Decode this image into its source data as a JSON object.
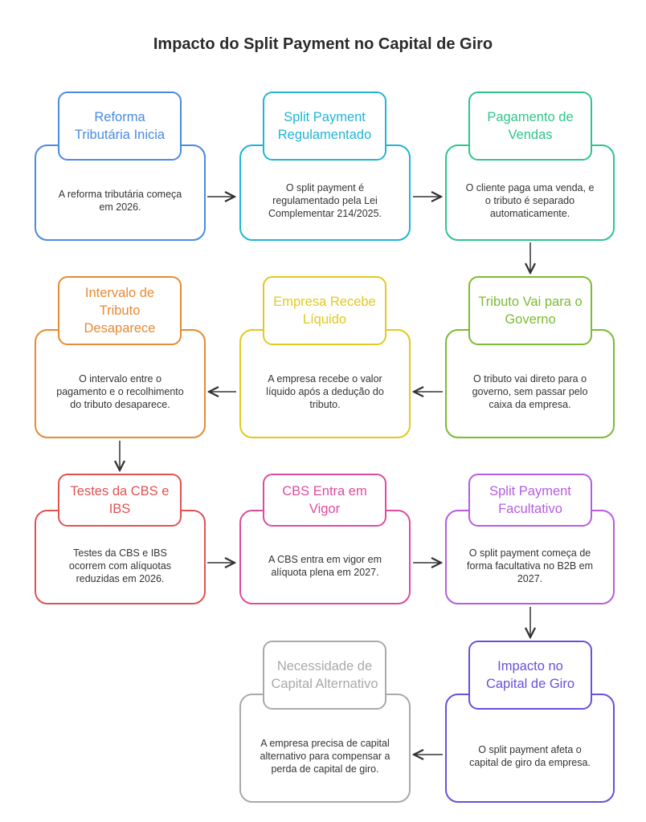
{
  "title": "Impacto do Split Payment no Capital de Giro",
  "steps": [
    {
      "heading": "Reforma Tributária Inicia",
      "body": "A reforma tributária começa em 2026.",
      "color": "#4a8ae0"
    },
    {
      "heading": "Split Payment Regulamentado",
      "body": "O split payment é regulamentado pela Lei Complementar 214/2025.",
      "color": "#21b4d6"
    },
    {
      "heading": "Pagamento de Vendas",
      "body": "O cliente paga uma venda, e o tributo é separado automaticamente.",
      "color": "#2fc58a"
    },
    {
      "heading": "Tributo Vai para o Governo",
      "body": "O tributo vai direto para o governo, sem passar pelo caixa da empresa.",
      "color": "#7cbb32"
    },
    {
      "heading": "Empresa Recebe Líquido",
      "body": "A empresa recebe o valor líquido após a dedução do tributo.",
      "color": "#e2c91f"
    },
    {
      "heading": "Intervalo de Tributo Desaparece",
      "body": "O intervalo entre o pagamento e o recolhimento do tributo desaparece.",
      "color": "#e68a34"
    },
    {
      "heading": "Testes da CBS e IBS",
      "body": "Testes da CBS e IBS ocorrem com alíquotas reduzidas em 2026.",
      "color": "#e05252"
    },
    {
      "heading": "CBS Entra em Vigor",
      "body": "A CBS entra em vigor em alíquota plena em 2027.",
      "color": "#dd4c9e"
    },
    {
      "heading": "Split Payment Facultativo",
      "body": "O split payment começa de forma facultativa no B2B em 2027.",
      "color": "#b55de0"
    },
    {
      "heading": "Impacto no Capital de Giro",
      "body": "O split payment afeta o capital de giro da empresa.",
      "color": "#6a4fdc"
    },
    {
      "heading": "Necessidade de Capital Alternativo",
      "body": "A empresa precisa de capital alternativo para compensar a perda de capital de giro.",
      "color": "#a9a9a9"
    }
  ]
}
